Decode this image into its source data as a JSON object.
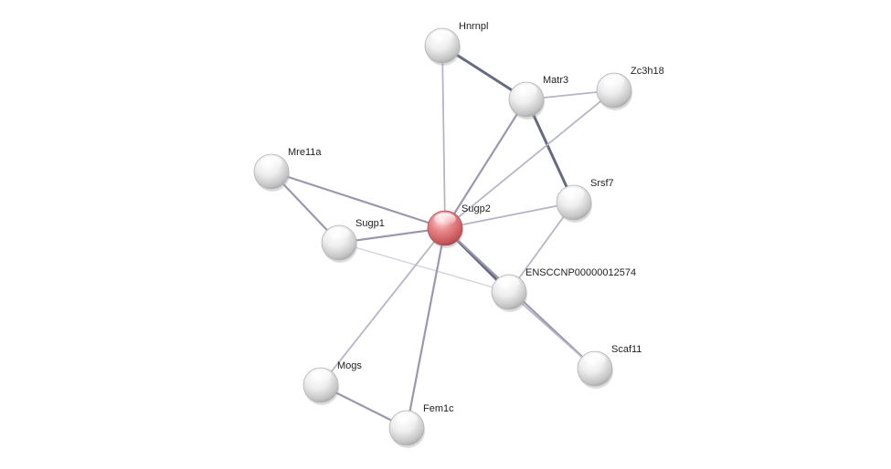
{
  "network": {
    "nodes": [
      {
        "id": "Hnrnpl",
        "label": "Hnrnpl",
        "query": false
      },
      {
        "id": "Matr3",
        "label": "Matr3",
        "query": false
      },
      {
        "id": "Zc3h18",
        "label": "Zc3h18",
        "query": false
      },
      {
        "id": "Mre11a",
        "label": "Mre11a",
        "query": false
      },
      {
        "id": "Sugp2",
        "label": "Sugp2",
        "query": true
      },
      {
        "id": "Srsf7",
        "label": "Srsf7",
        "query": false
      },
      {
        "id": "Sugp1",
        "label": "Sugp1",
        "query": false
      },
      {
        "id": "ENSCCNP00000012574",
        "label": "ENSCCNP00000012574",
        "query": false
      },
      {
        "id": "Scaf11",
        "label": "Scaf11",
        "query": false
      },
      {
        "id": "Mogs",
        "label": "Mogs",
        "query": false
      },
      {
        "id": "Fem1c",
        "label": "Fem1c",
        "query": false
      }
    ],
    "edges": [
      {
        "source": "Hnrnpl",
        "target": "Matr3",
        "strength": "strong"
      },
      {
        "source": "Hnrnpl",
        "target": "Sugp2",
        "strength": "weak"
      },
      {
        "source": "Matr3",
        "target": "Zc3h18",
        "strength": "weak"
      },
      {
        "source": "Matr3",
        "target": "Srsf7",
        "strength": "strong"
      },
      {
        "source": "Matr3",
        "target": "Sugp2",
        "strength": "medium"
      },
      {
        "source": "Zc3h18",
        "target": "Sugp2",
        "strength": "weak"
      },
      {
        "source": "Mre11a",
        "target": "Sugp2",
        "strength": "medium"
      },
      {
        "source": "Mre11a",
        "target": "Sugp1",
        "strength": "medium"
      },
      {
        "source": "Sugp1",
        "target": "Sugp2",
        "strength": "medium"
      },
      {
        "source": "Sugp1",
        "target": "ENSCCNP00000012574",
        "strength": "faint"
      },
      {
        "source": "Srsf7",
        "target": "Sugp2",
        "strength": "weak"
      },
      {
        "source": "Srsf7",
        "target": "ENSCCNP00000012574",
        "strength": "weak"
      },
      {
        "source": "Sugp2",
        "target": "ENSCCNP00000012574",
        "strength": "strong"
      },
      {
        "source": "Sugp2",
        "target": "Scaf11",
        "strength": "medium"
      },
      {
        "source": "ENSCCNP00000012574",
        "target": "Scaf11",
        "strength": "weak"
      },
      {
        "source": "Sugp2",
        "target": "Mogs",
        "strength": "weak"
      },
      {
        "source": "Sugp2",
        "target": "Fem1c",
        "strength": "medium"
      },
      {
        "source": "Mogs",
        "target": "Fem1c",
        "strength": "medium"
      }
    ]
  },
  "colors": {
    "query_node": "#d9656a",
    "query_node_highlight": "#ffd6d6",
    "node": "#e6e6e6",
    "node_highlight": "#ffffff",
    "node_shadow": "#9a9a9a",
    "edge_strong": "#666a82",
    "edge_medium": "#9a98b0",
    "edge_weak": "#b6b4c6",
    "edge_faint": "#d2d0dc"
  }
}
